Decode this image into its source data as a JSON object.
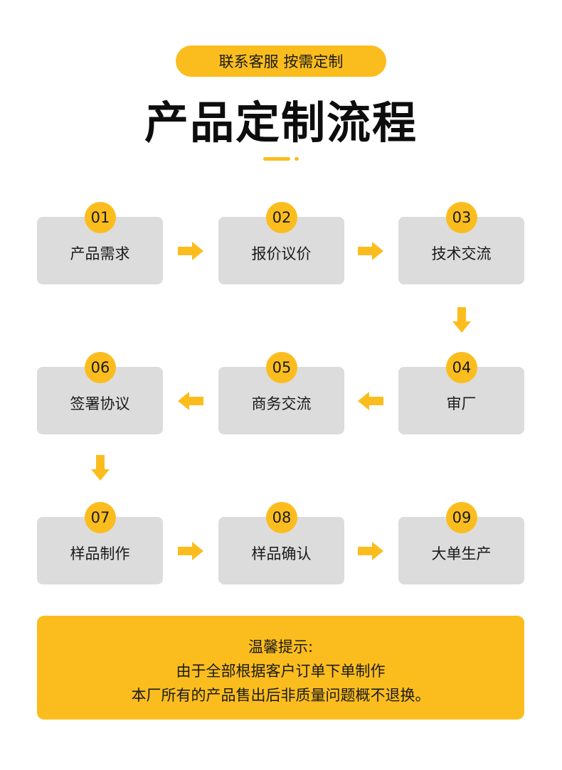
{
  "header": {
    "pill": "联系客服 按需定制",
    "title": "产品定制流程"
  },
  "steps": [
    {
      "num": "01",
      "label": "产品需求"
    },
    {
      "num": "02",
      "label": "报价议价"
    },
    {
      "num": "03",
      "label": "技术交流"
    },
    {
      "num": "04",
      "label": "审厂"
    },
    {
      "num": "05",
      "label": "商务交流"
    },
    {
      "num": "06",
      "label": "签署协议"
    },
    {
      "num": "07",
      "label": "样品制作"
    },
    {
      "num": "08",
      "label": "样品确认"
    },
    {
      "num": "09",
      "label": "大单生产"
    }
  ],
  "colors": {
    "accent": "#fbbd1e",
    "box": "#dcdcdc"
  },
  "note": {
    "line1": "温馨提示:",
    "line2": "由于全部根据客户订单下单制作",
    "line3": "本厂所有的产品售出后非质量问题概不退换。"
  }
}
